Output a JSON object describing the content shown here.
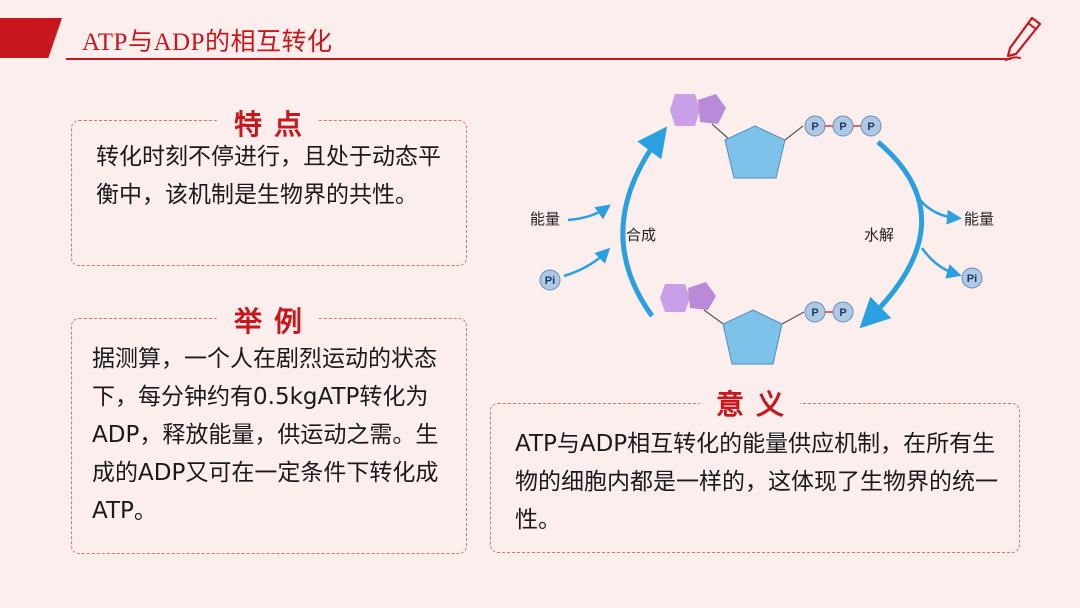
{
  "header": {
    "title": "ATP与ADP的相互转化"
  },
  "features": {
    "heading": "特点",
    "text": "转化时刻不停进行，且处于动态平衡中，该机制是生物界的共性。"
  },
  "example": {
    "heading": "举例",
    "text": "据测算，一个人在剧烈运动的状态下，每分钟约有0.5kgATP转化为ADP，释放能量，供运动之需。生成的ADP又可在一定条件下转化成ATP。"
  },
  "significance": {
    "heading": "意义",
    "text": "ATP与ADP相互转化的能量供应机制，在所有生物的细胞内都是一样的，这体现了生物界的统一性。"
  },
  "diagram": {
    "synthesis_label": "合成",
    "hydrolysis_label": "水解",
    "energy_in_label": "能量",
    "energy_out_label": "能量",
    "pi_in_label": "Pi",
    "pi_out_label": "Pi",
    "phosphate_label": "P"
  },
  "colors": {
    "accent": "#c8161d",
    "arrow": "#2aa0e0",
    "pentagon": "#7ec2ea",
    "base": "#c9a0e8",
    "phosphate": "#aec9e6"
  }
}
